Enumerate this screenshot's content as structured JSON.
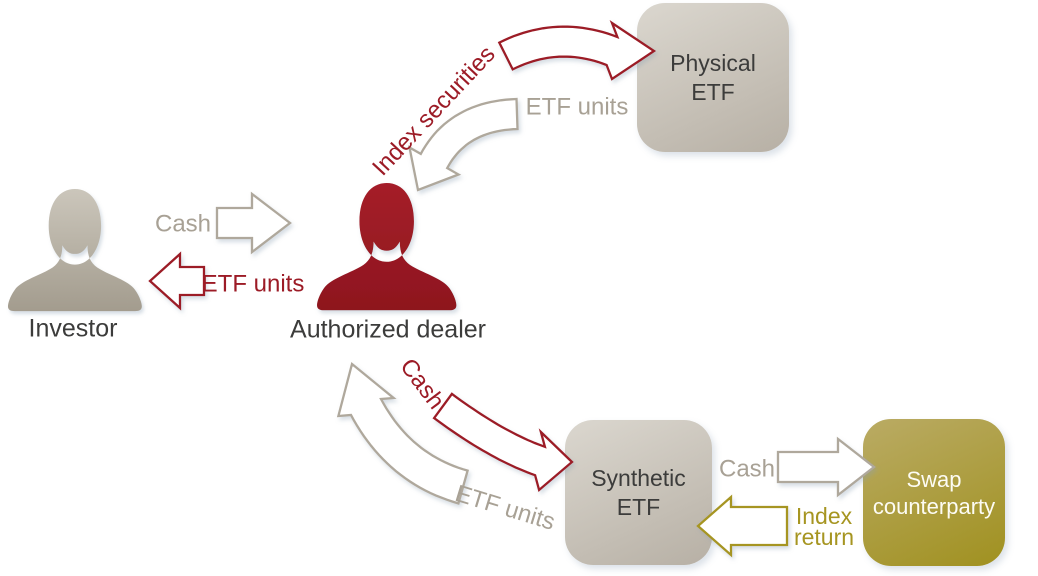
{
  "diagram": {
    "type": "flow-diagram",
    "subject": "ETF creation and redemption structure",
    "background": "#FFFFFF",
    "nodes": {
      "investor": {
        "label": "Investor",
        "kind": "person",
        "color_key": "neutral"
      },
      "authorized_dealer": {
        "label": "Authorized dealer",
        "kind": "person",
        "color_key": "red"
      },
      "physical_etf": {
        "line1": "Physical",
        "line2": "ETF",
        "kind": "box",
        "color_key": "neutral"
      },
      "synthetic_etf": {
        "line1": "Synthetic",
        "line2": "ETF",
        "kind": "box",
        "color_key": "neutral"
      },
      "swap_counterparty": {
        "line1": "Swap",
        "line2": "counterparty",
        "kind": "box",
        "color_key": "olive"
      }
    },
    "flows": [
      {
        "label": "Cash",
        "from": "Investor",
        "to": "Authorized dealer",
        "color_key": "neutral"
      },
      {
        "label": "ETF units",
        "from": "Authorized dealer",
        "to": "Investor",
        "color_key": "red"
      },
      {
        "label": "Index securities",
        "from": "Authorized dealer",
        "to": "Physical ETF",
        "color_key": "red"
      },
      {
        "label": "ETF units",
        "from": "Physical ETF",
        "to": "Authorized dealer",
        "color_key": "neutral"
      },
      {
        "label": "Cash",
        "from": "Authorized dealer",
        "to": "Synthetic ETF",
        "color_key": "red"
      },
      {
        "label": "ETF units",
        "from": "Synthetic ETF",
        "to": "Authorized dealer",
        "color_key": "neutral"
      },
      {
        "label": "Cash",
        "from": "Synthetic ETF",
        "to": "Swap counterparty",
        "color_key": "neutral"
      },
      {
        "label": "Index return",
        "line1": "Index",
        "line2": "return",
        "from": "Swap counterparty",
        "to": "Synthetic ETF",
        "color_key": "olive"
      }
    ],
    "colors": {
      "red": "#9C1B26",
      "olive": "#A69521",
      "neutral_outline": "#AFA89C",
      "muted_text": "#A8A195",
      "dark_text": "#3C3C3B",
      "arrow_fill": "#FFFFFF",
      "box_gradient_top": "#DBD7CF",
      "box_gradient_bottom": "#B7B0A5",
      "swap_gradient_top": "#BAAB64",
      "swap_gradient_bottom": "#A09120",
      "person_gradient_top": "#CBC6BB",
      "person_gradient_bottom": "#A39C8E",
      "dealer_gradient_top": "#A51F29",
      "dealer_gradient_bottom": "#8E151E"
    }
  }
}
